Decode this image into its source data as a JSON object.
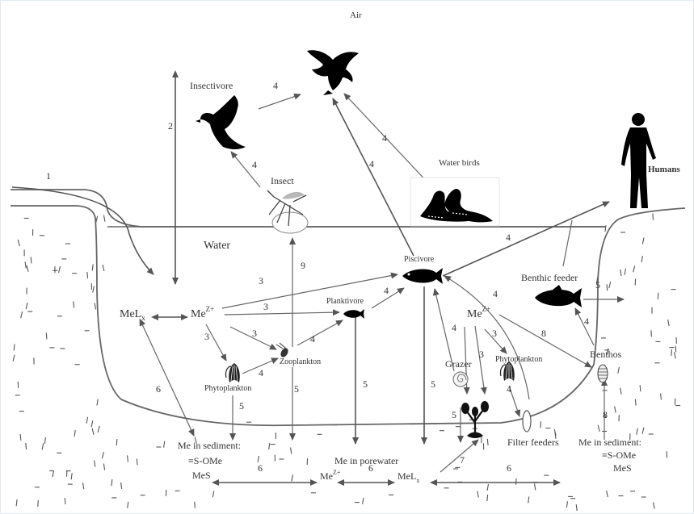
{
  "labels": {
    "air": "Air",
    "water": "Water",
    "insectivore": "Insectivore",
    "insect": "Insect",
    "water_birds": "Water birds",
    "humans": "Humans",
    "piscivore": "Piscivore",
    "planktivore": "Planktivore",
    "zooplankton": "Zooplankton",
    "phytoplankton_left": "Phytoplankton",
    "phytoplankton_right": "Phytoplankton",
    "benthic_feeder": "Benthic feeder",
    "benthos": "Benthos",
    "grazer": "Grazer",
    "filter_feeders": "Filter feeders",
    "mel_left_base": "MeL",
    "mel_left_sub": "x",
    "me2_left_base": "Me",
    "me2_left_sup": "Z+",
    "me2_right_base": "Me",
    "me2_right_sup": "Z+",
    "sed_left_1": "Me in sediment:",
    "sed_left_2": "≡S-OMe",
    "sed_left_3": "MeS",
    "porewater": "Me in porewater",
    "pw_me_base": "Me",
    "pw_me_sup": "Z+",
    "pw_mel_base": "MeL",
    "pw_mel_sub": "x",
    "sed_right_1": "Me in sediment:",
    "sed_right_2": "≡S-OMe",
    "sed_right_3": "MeS"
  },
  "numbers": {
    "n1": "1",
    "n2": "2",
    "n4_ins_eagle": "4",
    "n4_insect": "4",
    "n4_birds": "4",
    "n4_pisc_eagle": "4",
    "n4_humans": "4",
    "n4_zoo_plank": "4",
    "n4_plank_pisc": "4",
    "n4_pisc_right": "4",
    "n4_grazer": "4",
    "n4_phyto_r": "4",
    "n4_benthos": "4",
    "n4_phyto_l": "4",
    "n3_me_pisc": "3",
    "n3_me_plank": "3",
    "n3_me_zoo": "3",
    "n3_me_phyto": "3",
    "n3_r_phyto": "3",
    "n3_grazer": "3",
    "n9": "9",
    "n5_phyto": "5",
    "n5_zoo": "5",
    "n5_plank": "5",
    "n5_pisc": "5",
    "n5_benthic": "5",
    "n5_grazer": "5",
    "n6_left": "6",
    "n6_sed_a": "6",
    "n6_sed_b": "6",
    "n6_sed_c": "6",
    "n7": "7",
    "n8_me": "8",
    "n8_sed": "8"
  },
  "icons": [
    "eagle-icon",
    "swallow-icon",
    "mosquito-icon",
    "loons-icon",
    "human-icon",
    "fish-icon",
    "phytoplankton-icon",
    "zooplankton-icon",
    "snail-icon",
    "plant-icon",
    "benthos-icon",
    "clam-icon"
  ],
  "colors": {
    "ink": "#333333",
    "line": "#666666",
    "silhouette": "#000000"
  }
}
